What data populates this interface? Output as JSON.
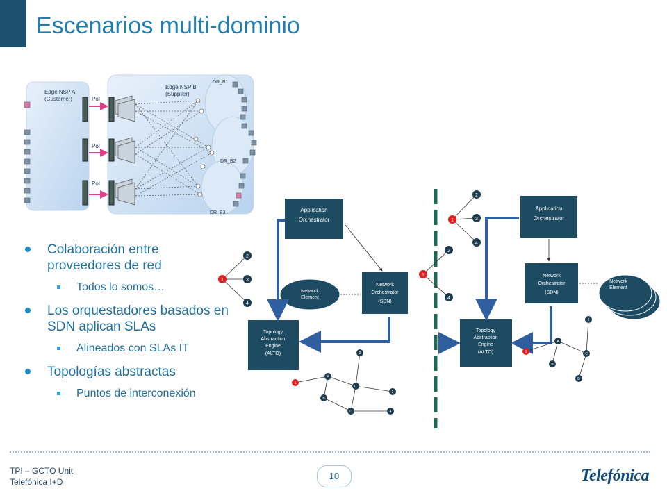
{
  "title": "Escenarios multi-dominio",
  "colors": {
    "title": "#1f7fb0",
    "corner": "#1d4f6e",
    "box": "#1d4c62",
    "arrow": "#2f5f9e",
    "dashed_line": "#1d6a57",
    "poi_arrow": "#e0408a",
    "node_red": "#e02020"
  },
  "bullets": [
    {
      "text": "Colaboración entre proveedores de red",
      "sub": "Todos lo somos…"
    },
    {
      "text": "Los orquestadores basados en SDN aplican SLAs",
      "sub": "Alineados con SLAs IT"
    },
    {
      "text": "Topologías abstractas",
      "sub": "Puntos de interconexión"
    }
  ],
  "edge_diagram": {
    "customer_label": "Edge NSP A\n(Customer)",
    "customer_line1": "Edge NSP A",
    "customer_line2": "(Customer)",
    "supplier_line1": "Edge NSP B",
    "supplier_line2": "(Supplier)",
    "poi_labels": [
      "PoI",
      "PoI",
      "PoI"
    ],
    "dr_labels": [
      "DR_B1",
      "DR_B2",
      "DR_B3"
    ]
  },
  "sdn_diagram": {
    "left": {
      "app_orch_1": "Application",
      "app_orch_2": "Orchestrator",
      "net_orch_1": "Network",
      "net_orch_2": "Orchestrator",
      "net_orch_3": "(SDN)",
      "net_element_1": "Network",
      "net_element_2": "Element",
      "tae_1": "Topology",
      "tae_2": "Abstraction",
      "tae_3": "Engine",
      "tae_4": "(ALTO)",
      "star_nodes": [
        "1",
        "2",
        "3",
        "4"
      ],
      "graph_nodes": [
        "1",
        "A",
        "B",
        "C",
        "D",
        "2",
        "3",
        "4"
      ]
    },
    "middle_nodes": [
      "1",
      "2",
      "4"
    ],
    "right": {
      "app_orch_1": "Application",
      "app_orch_2": "Orchestrator",
      "net_orch_1": "Network",
      "net_orch_2": "Orchestrator",
      "net_orch_3": "(SDN)",
      "net_element_1": "Network",
      "net_element_2": "Element",
      "tae_1": "Topology",
      "tae_2": "Abstraction",
      "tae_3": "Engine",
      "tae_4": "(ALTO)",
      "star_nodes": [
        "1",
        "2",
        "3",
        "4"
      ],
      "graph_nodes": [
        "1",
        "A",
        "B",
        "C",
        "D",
        "2"
      ]
    }
  },
  "footer": {
    "line1": "TPI – GCTO Unit",
    "line2": "Telefónica I+D",
    "page": "10",
    "logo": "Telefónica"
  }
}
